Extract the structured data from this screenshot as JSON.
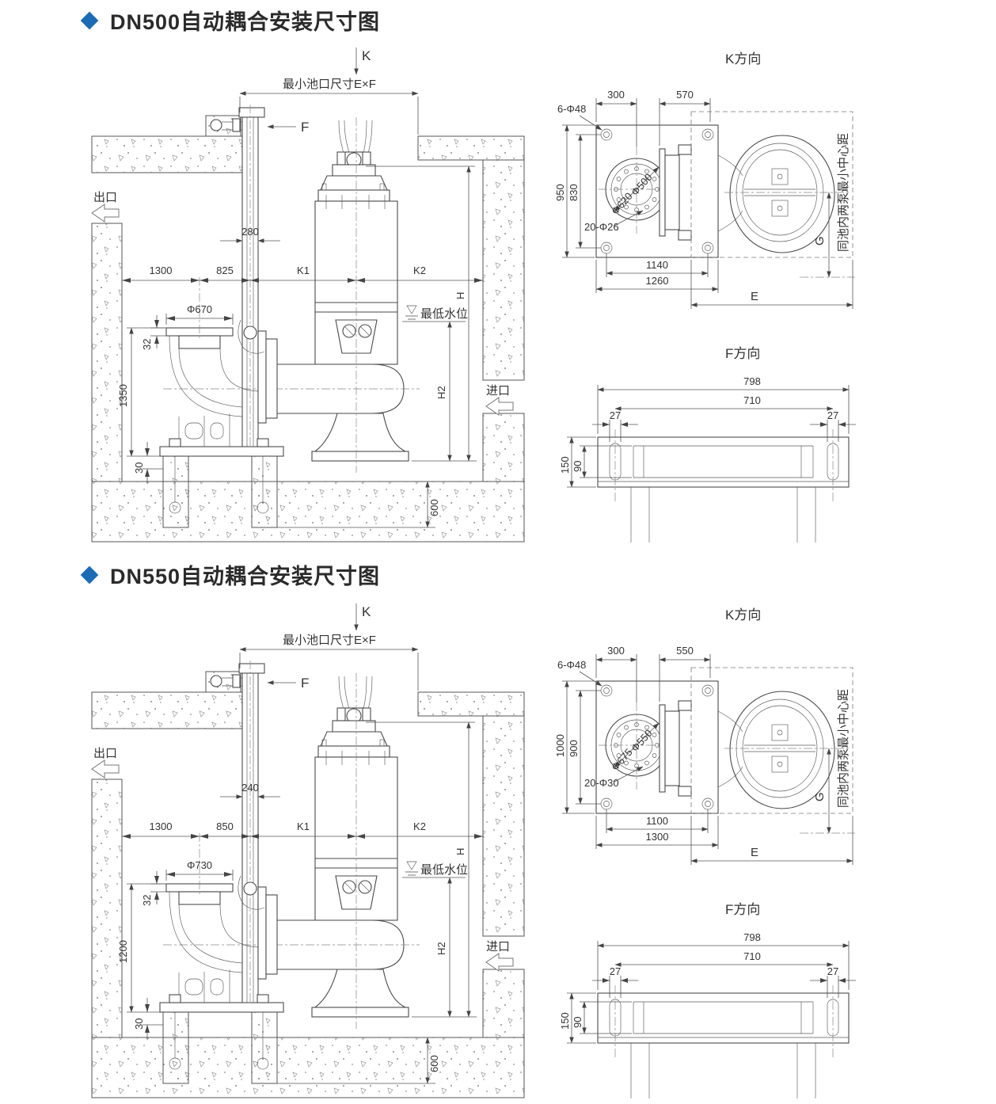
{
  "accent": "#1c6cb5",
  "sections": [
    {
      "title": "DN500自动耦合安装尺寸图",
      "main": {
        "k_label": "K",
        "f_label": "F",
        "pool_dim": "最小池口尺寸E×F",
        "outlet": "出口",
        "inlet": "进口",
        "rail_width": "280",
        "d_wall_elbow": "1300",
        "d_elbow_rail": "825",
        "k1": "K1",
        "k2": "K2",
        "h": "H",
        "h2": "H2",
        "water": "最低水位",
        "flange_dia": "Φ670",
        "flange_thk": "32",
        "stand_height": "1350",
        "base_gap": "30",
        "embed_depth": "600"
      },
      "k_view": {
        "title": "K方向",
        "corner_holes": "6-Φ48",
        "d_300": "300",
        "d_570": "570",
        "v_950": "950",
        "v_830": "830",
        "dia_outer": "Φ620",
        "dia_inner": "Φ500",
        "bolt_holes": "20-Φ26",
        "b_1140": "1140",
        "b_1260": "1260",
        "e_label": "E",
        "g_label": "G",
        "center_note": "同池内两泵最小中心距"
      },
      "f_view": {
        "title": "F方向",
        "w_798": "798",
        "w_710": "710",
        "s27_left": "27",
        "s27_right": "27",
        "h_150": "150",
        "h_90": "90"
      }
    },
    {
      "title": "DN550自动耦合安装尺寸图",
      "main": {
        "k_label": "K",
        "f_label": "F",
        "pool_dim": "最小池口尺寸E×F",
        "outlet": "出口",
        "inlet": "进口",
        "rail_width": "240",
        "d_wall_elbow": "1300",
        "d_elbow_rail": "850",
        "k1": "K1",
        "k2": "K2",
        "h": "H",
        "h2": "H2",
        "water": "最低水位",
        "flange_dia": "Φ730",
        "flange_thk": "32",
        "stand_height": "1200",
        "base_gap": "30",
        "embed_depth": "600"
      },
      "k_view": {
        "title": "K方向",
        "corner_holes": "6-Φ48",
        "d_300": "300",
        "d_570": "550",
        "v_950": "1000",
        "v_830": "900",
        "dia_outer": "Φ675",
        "dia_inner": "Φ550",
        "bolt_holes": "20-Φ30",
        "b_1140": "1100",
        "b_1260": "1300",
        "e_label": "E",
        "g_label": "G",
        "center_note": "同池内两泵最小中心距"
      },
      "f_view": {
        "title": "F方向",
        "w_798": "798",
        "w_710": "710",
        "s27_left": "27",
        "s27_right": "27",
        "h_150": "150",
        "h_90": "90"
      }
    }
  ]
}
